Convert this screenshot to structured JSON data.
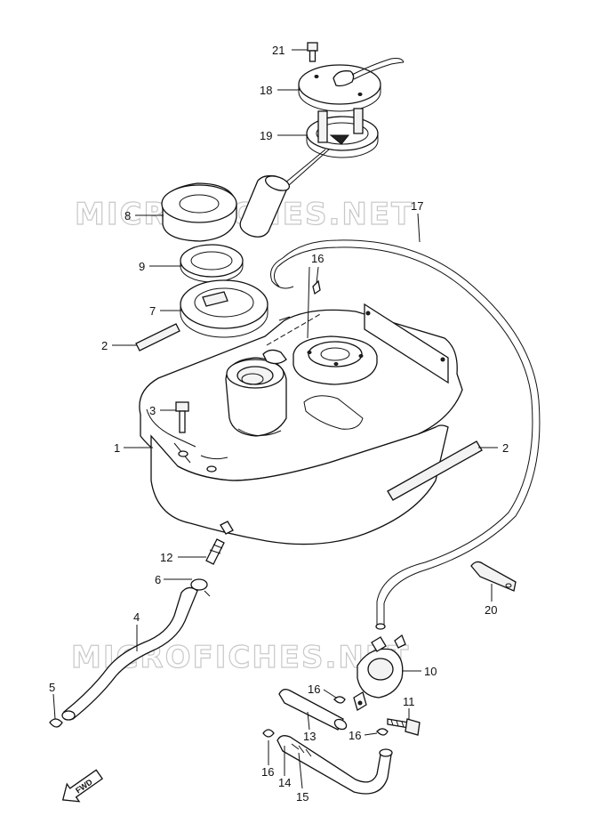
{
  "watermark": "MICROFICHES.NET",
  "direction_label": "FWD",
  "callouts": [
    {
      "id": "c21",
      "text": "21"
    },
    {
      "id": "c18",
      "text": "18"
    },
    {
      "id": "c19",
      "text": "19"
    },
    {
      "id": "c8",
      "text": "8"
    },
    {
      "id": "c9",
      "text": "9"
    },
    {
      "id": "c7",
      "text": "7"
    },
    {
      "id": "c2a",
      "text": "2"
    },
    {
      "id": "c16a",
      "text": "16"
    },
    {
      "id": "c17",
      "text": "17"
    },
    {
      "id": "c3",
      "text": "3"
    },
    {
      "id": "c1",
      "text": "1"
    },
    {
      "id": "c2b",
      "text": "2"
    },
    {
      "id": "c12",
      "text": "12"
    },
    {
      "id": "c6",
      "text": "6"
    },
    {
      "id": "c20",
      "text": "20"
    },
    {
      "id": "c4",
      "text": "4"
    },
    {
      "id": "c10",
      "text": "10"
    },
    {
      "id": "c5",
      "text": "5"
    },
    {
      "id": "c16b",
      "text": "16"
    },
    {
      "id": "c11",
      "text": "11"
    },
    {
      "id": "c13",
      "text": "13"
    },
    {
      "id": "c16c",
      "text": "16"
    },
    {
      "id": "c16d",
      "text": "16"
    },
    {
      "id": "c14",
      "text": "14"
    },
    {
      "id": "c15",
      "text": "15"
    }
  ]
}
